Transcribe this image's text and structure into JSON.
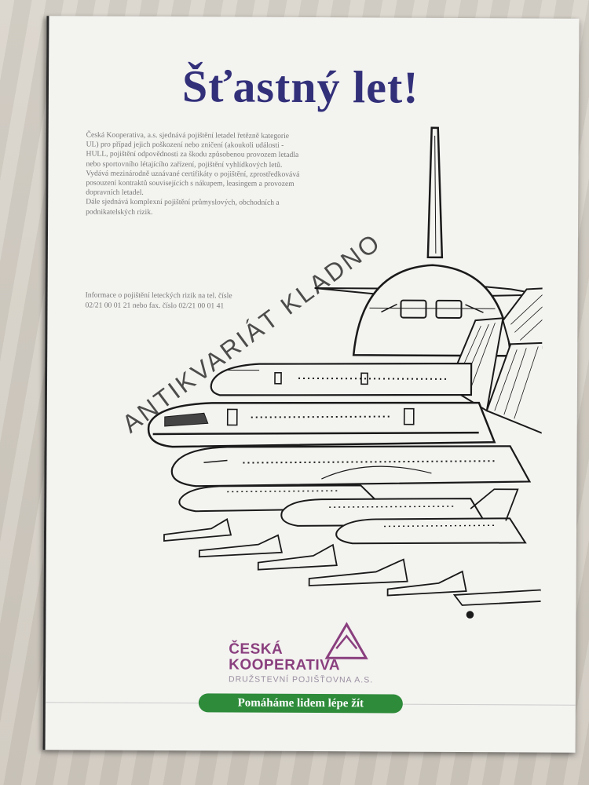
{
  "title": "Šťastný let!",
  "body_paragraphs": [
    "Česká Kooperativa, a.s. sjednává pojištění letadel řetězně kategorie UL) pro případ jejich poškození nebo zničení (akoukoli události - HULL, pojištění odpovědnosti za škodu způsobenou provozem letadla nebo sportovního létajícího zařízení, pojištění vyhlídkových letů.",
    "Vydává mezinárodně uznávané certifikáty o pojištění, zprostředkovává posouzení kontraktů souvisejících s nákupem, leasingem a provozem dopravních letadel.",
    "Dále sjednává komplexní pojištění průmyslových, obchodních a podnikatelských rizik."
  ],
  "contact_lines": [
    "Informace o pojištění leteckých rizik na tel. čísle",
    "02/21 00 01 21 nebo fax. číslo 02/21 00 01 41"
  ],
  "watermark": "ANTIKVARIÁT KLADNO",
  "logo": {
    "line1": "ČESKÁ",
    "line2": "KOOPERATIVA",
    "sub": "DRUŽSTEVNÍ POJIŠŤOVNA A.S.",
    "color": "#8a3f7e"
  },
  "slogan": "Pomáháme lidem lépe žít",
  "slogan_color": "#2e8b3a",
  "title_color": "#33307a"
}
